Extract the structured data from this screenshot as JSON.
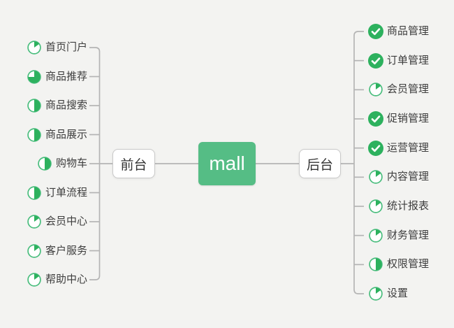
{
  "root": {
    "label": "mall"
  },
  "left_branch": {
    "label": "前台",
    "items": [
      {
        "label": "首页门户",
        "icon": "progress-pie",
        "progress": 0.15
      },
      {
        "label": "商品推荐",
        "icon": "progress-pie",
        "progress": 0.75
      },
      {
        "label": "商品搜索",
        "icon": "progress-pie",
        "progress": 0.5
      },
      {
        "label": "商品展示",
        "icon": "progress-pie",
        "progress": 0.5
      },
      {
        "label": "购物车",
        "icon": "progress-pie",
        "progress": 0.5
      },
      {
        "label": "订单流程",
        "icon": "progress-pie",
        "progress": 0.5
      },
      {
        "label": "会员中心",
        "icon": "progress-pie",
        "progress": 0.15
      },
      {
        "label": "客户服务",
        "icon": "progress-pie",
        "progress": 0.15
      },
      {
        "label": "帮助中心",
        "icon": "progress-pie",
        "progress": 0.15
      }
    ]
  },
  "right_branch": {
    "label": "后台",
    "items": [
      {
        "label": "商品管理",
        "icon": "check-circle"
      },
      {
        "label": "订单管理",
        "icon": "check-circle"
      },
      {
        "label": "会员管理",
        "icon": "progress-pie",
        "progress": 0.15
      },
      {
        "label": "促销管理",
        "icon": "check-circle"
      },
      {
        "label": "运营管理",
        "icon": "check-circle"
      },
      {
        "label": "内容管理",
        "icon": "progress-pie",
        "progress": 0.15
      },
      {
        "label": "统计报表",
        "icon": "progress-pie",
        "progress": 0.15
      },
      {
        "label": "财务管理",
        "icon": "progress-pie",
        "progress": 0.15
      },
      {
        "label": "权限管理",
        "icon": "progress-pie",
        "progress": 0.5
      },
      {
        "label": "设置",
        "icon": "progress-pie",
        "progress": 0.15
      }
    ]
  },
  "colors": {
    "background": "#f3f3f1",
    "root_node": "#55bd85",
    "root_text": "#ffffff",
    "icon_green": "#2db15e",
    "icon_ring": "#49bd7d",
    "line": "#b4b4b4",
    "node_border": "#c9c9c9",
    "node_bg": "#ffffff",
    "text": "#3d3d3d",
    "branch_text": "#333333"
  }
}
